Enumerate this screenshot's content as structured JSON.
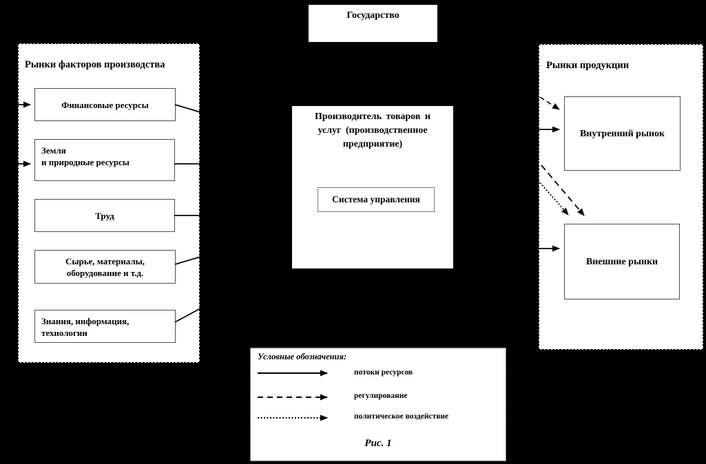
{
  "state_box": {
    "label": "Государство"
  },
  "left_panel": {
    "title": "Рынки факторов производства",
    "boxes": [
      {
        "line1": "Финансовые ресурсы"
      },
      {
        "line1": "Земля",
        "line2": "и природные ресурсы"
      },
      {
        "line1": "Труд"
      },
      {
        "line1": "Сырье, материалы,",
        "line2": "оборудование и т.д."
      },
      {
        "line1": "Знания, информация,",
        "line2": "технологии"
      }
    ]
  },
  "producer_box": {
    "line1": "Производитель товаров и",
    "line2": "услуг (производственное",
    "line3": "предприятие)",
    "inner_label": "Система управления"
  },
  "right_panel": {
    "title": "Рынки продукции",
    "boxes": [
      {
        "line1": "Внутренний рынок"
      },
      {
        "line1": "Внешние рынки"
      }
    ]
  },
  "legend": {
    "title": "Условные обозначения:",
    "items": [
      {
        "style": "solid",
        "label": "потоки ресурсов"
      },
      {
        "style": "dashed",
        "label": "регулирование"
      },
      {
        "style": "dotted",
        "label": "политическое воздействие"
      }
    ],
    "caption": "Рис. 1"
  },
  "colors": {
    "background": "#000000",
    "panel_fill": "#ffffff",
    "line": "#000000",
    "box_border": "#4d4d4d"
  }
}
